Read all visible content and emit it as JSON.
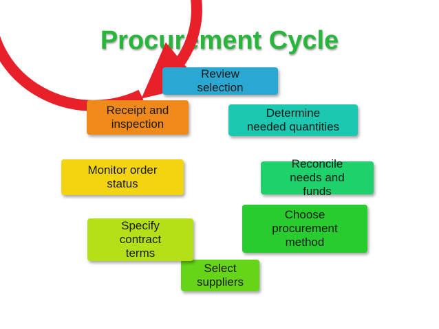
{
  "title": "Procurement Cycle",
  "steps": [
    {
      "label": "Review\nselection",
      "color": "#2aa8d2"
    },
    {
      "label": "Determine\nneeded quantities",
      "color": "#1dc8b0"
    },
    {
      "label": "Reconcile\nneeds and\nfunds",
      "color": "#1fd16a"
    },
    {
      "label": "Choose\nprocurement\nmethod",
      "color": "#29cc2e"
    },
    {
      "label": "Select\nsuppliers",
      "color": "#66d418"
    },
    {
      "label": "Specify\ncontract\nterms",
      "color": "#b4e018"
    },
    {
      "label": "Monitor order\nstatus",
      "color": "#f2d410"
    },
    {
      "label": "Receipt and\ninspection",
      "color": "#ef8a1a"
    }
  ],
  "cycle_arrow_color": "#e8202a"
}
